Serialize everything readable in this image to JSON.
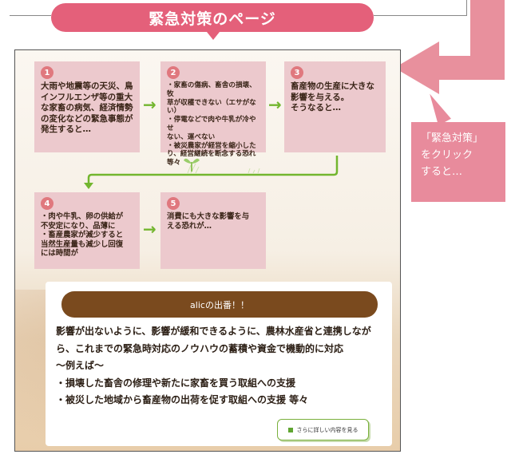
{
  "header": {
    "title": "緊急対策のページ"
  },
  "callout": {
    "lines": [
      "「緊急対策」",
      "をクリック",
      "すると…"
    ]
  },
  "steps": [
    {
      "number": "1",
      "text": "大雨や地震等の天災、鳥\nインフルエンザ等の重大\nな家畜の病気、経済情勢\nの変化などの緊急事態が\n発生すると…"
    },
    {
      "number": "2",
      "text": "・家畜の傷病、畜舎の損壊、牧\n草が収穫できない（エサがない）\n・停電などで肉や牛乳が冷やせ\nない、運べない\n・被災農家が経営を縮小したり、経営継続を断念する恐れ\n等々"
    },
    {
      "number": "3",
      "text": "畜産物の生産に大きな\n影響を与える。\nそうなると…"
    },
    {
      "number": "4",
      "text": "・肉や牛乳、卵の供給が\n不安定になり、品薄に\n・畜産農家が減少すると\n当然生産量も減少し回復\nには時間が"
    },
    {
      "number": "5",
      "text": "消費にも大きな影響を与\nえる恐れが…"
    }
  ],
  "arrow_glyph": "→",
  "alic": {
    "title": "alicの出番！！",
    "body": "影響が出ないように、影響が緩和できるように、農林水産省と連携しなが\nら、これまでの緊急時対応のノウハウの蓄積や資金で機動的に対応\n～例えば～\n・損壊した畜舎の修理や新たに家畜を買う取組への支援\n・被災した地域から畜産物の出荷を促す取組への支援 等々",
    "button_label": "さらに詳しい内容を見る"
  },
  "colors": {
    "header": "#e4607a",
    "step_bg": "#ecc9cd",
    "step_number": "#e0787e",
    "arrow_green": "#73b62f",
    "alic_title_bg": "#7a4a1e",
    "callout_bg": "#e88b9c"
  }
}
